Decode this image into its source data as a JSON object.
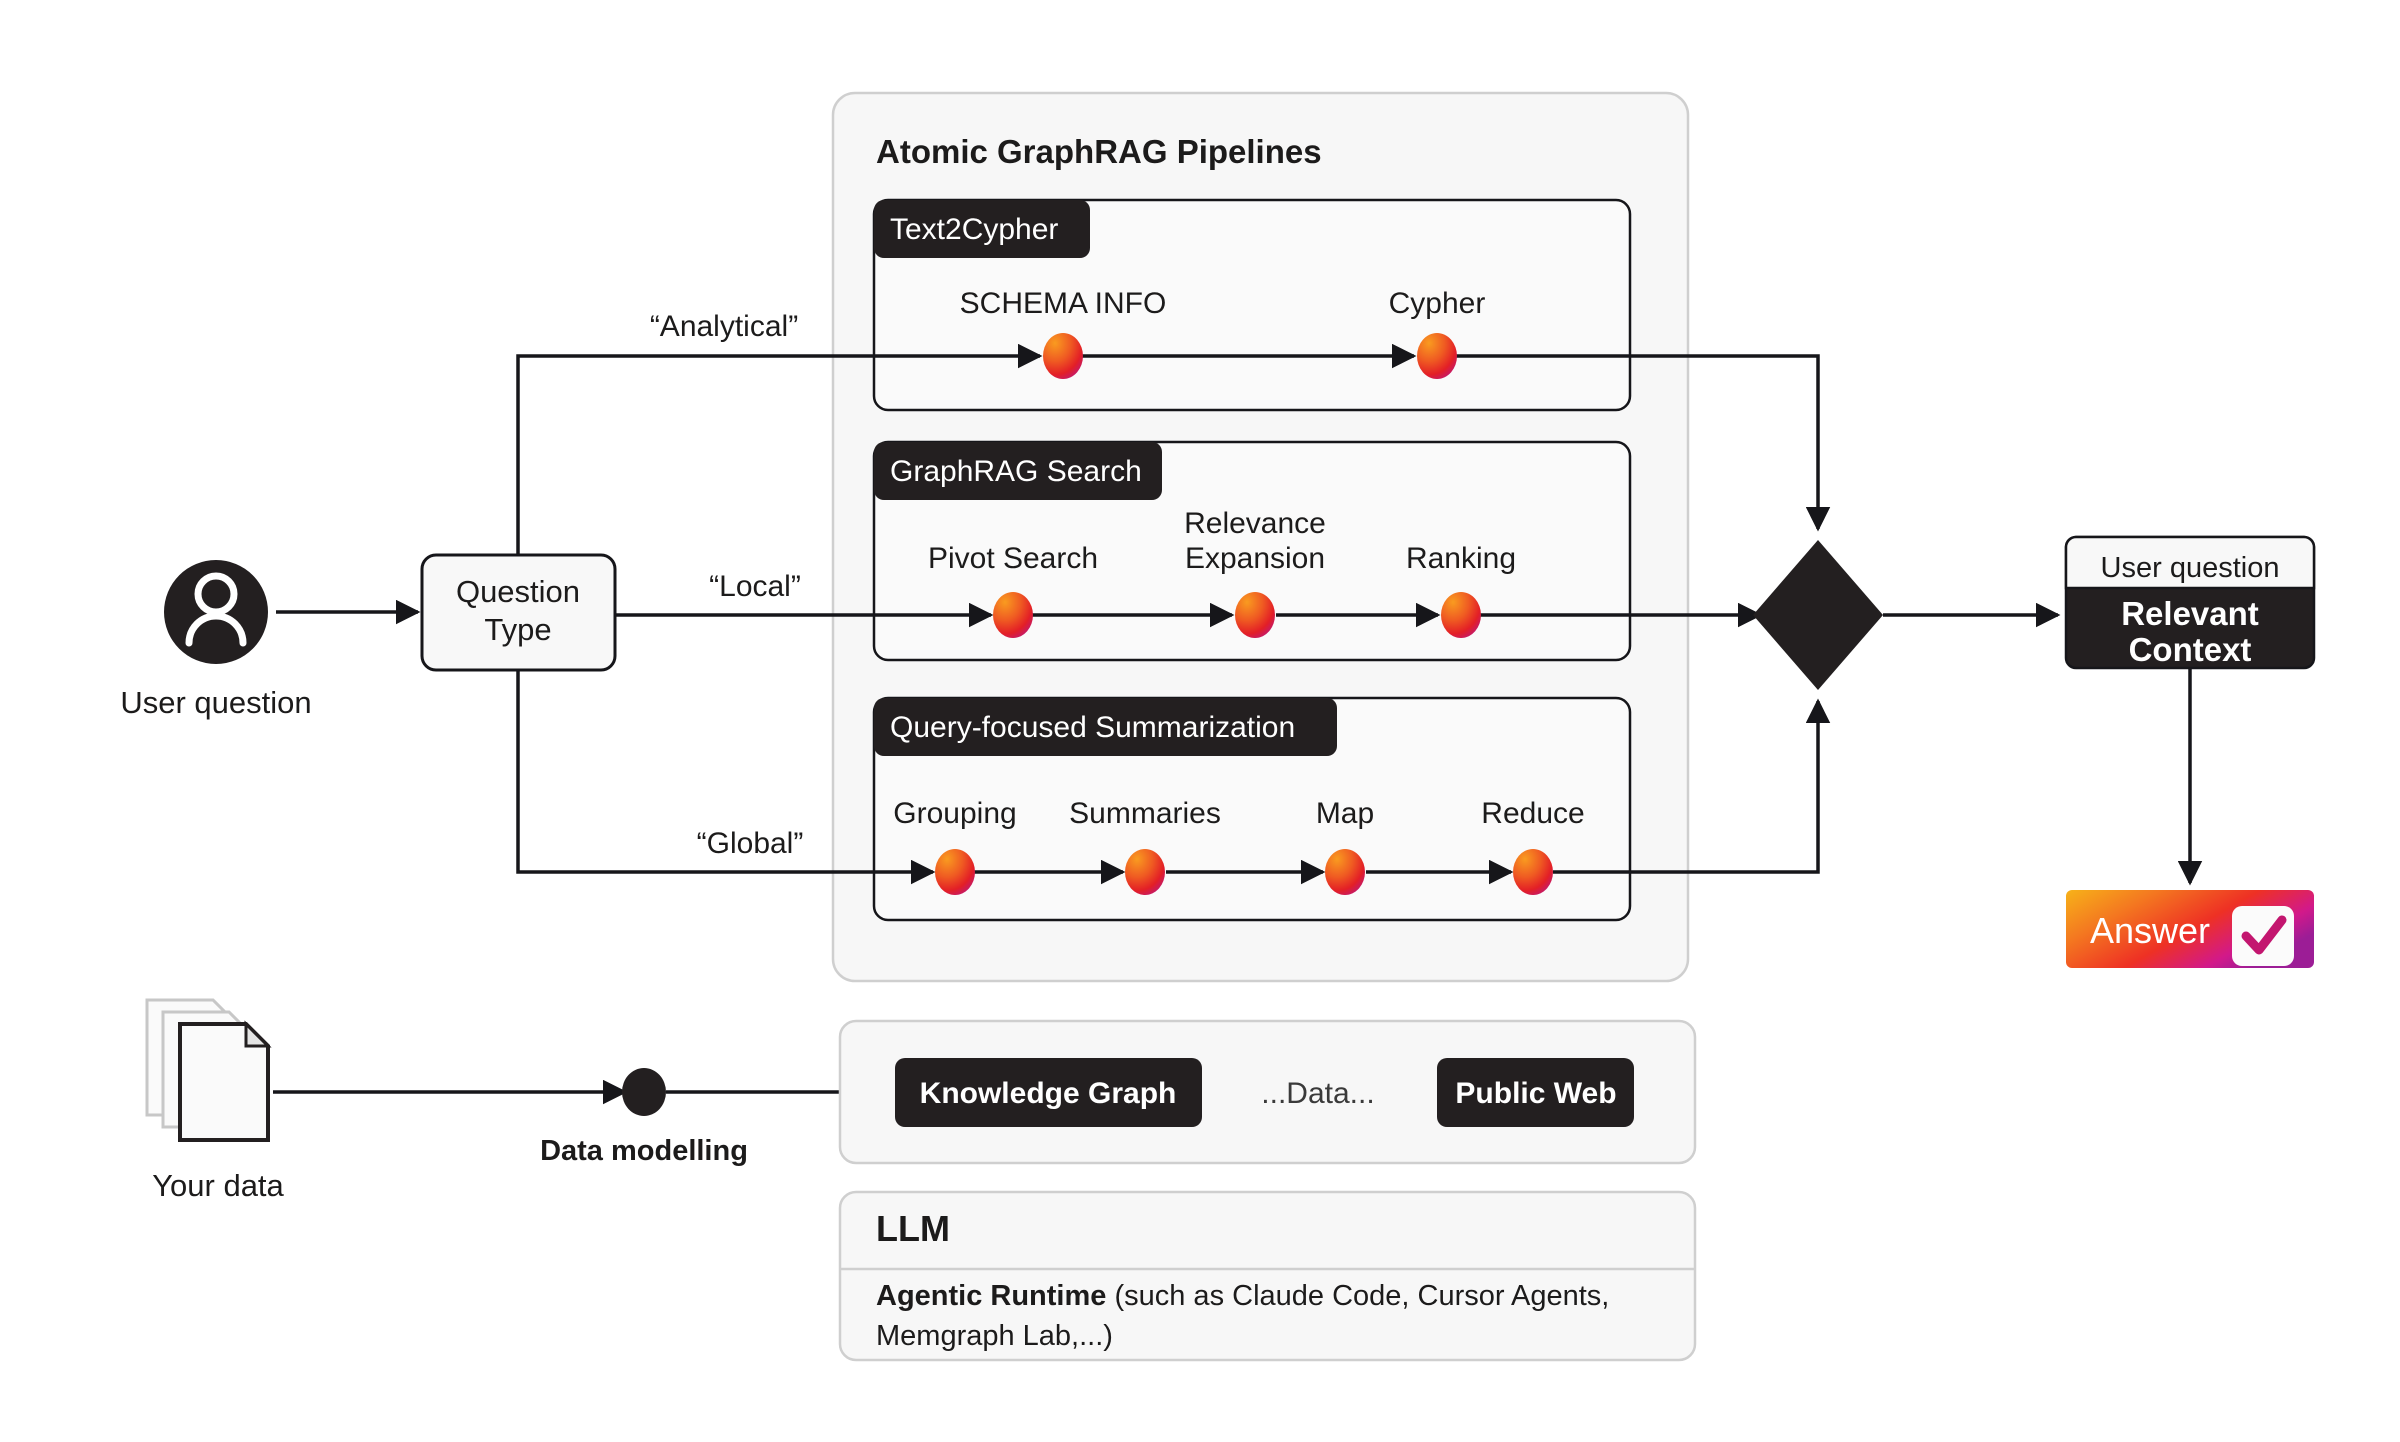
{
  "diagram": {
    "title": "Atomic GraphRAG Pipelines"
  },
  "entry": {
    "user_icon": "user-avatar-icon",
    "user_label": "User question",
    "question_type": "Question\nType",
    "question_type_line1": "Question",
    "question_type_line2": "Type"
  },
  "edges": {
    "analytical": "“Analytical”",
    "local": "“Local”",
    "global": "“Global”"
  },
  "pipelines": [
    {
      "tag": "Text2Cypher",
      "steps": [
        "SCHEMA INFO",
        "Cypher"
      ]
    },
    {
      "tag": "GraphRAG Search",
      "steps": [
        "Pivot Search",
        "Relevance\nExpansion",
        "Ranking"
      ],
      "step_lines": [
        [
          "Pivot Search"
        ],
        [
          "Relevance",
          "Expansion"
        ],
        [
          "Ranking"
        ]
      ]
    },
    {
      "tag": "Query-focused Summarization",
      "steps": [
        "Grouping",
        "Summaries",
        "Map",
        "Reduce"
      ]
    }
  ],
  "merge": {
    "shape": "decision-diamond"
  },
  "context": {
    "header": "User question",
    "body_line1": "Relevant",
    "body_line2": "Context"
  },
  "answer": {
    "label": "Answer",
    "icon": "check-mark-icon"
  },
  "data_flow": {
    "docs_icon": "document-stack-icon",
    "docs_label": "Your data",
    "modelling_label": "Data modelling"
  },
  "sources": {
    "knowledge_graph": "Knowledge Graph",
    "middle": "...Data...",
    "public_web": "Public Web"
  },
  "llm": {
    "title": "LLM",
    "runtime_bold": "Agentic Runtime",
    "runtime_rest_line1": " (such as Claude Code, Cursor Agents,",
    "runtime_rest_line2": "Memgraph Lab,...)"
  },
  "colors": {
    "dark": "#231f20",
    "panel_bg": "#f7f7f7",
    "panel_border": "#cfcfcf",
    "line": "#16161a",
    "sphere_a": "#f79325",
    "sphere_b": "#e8202a",
    "sphere_c": "#c0177f",
    "answer_a": "#f5a623",
    "answer_b": "#ef4136",
    "answer_c": "#a21d8d",
    "check": "#c3166f"
  }
}
